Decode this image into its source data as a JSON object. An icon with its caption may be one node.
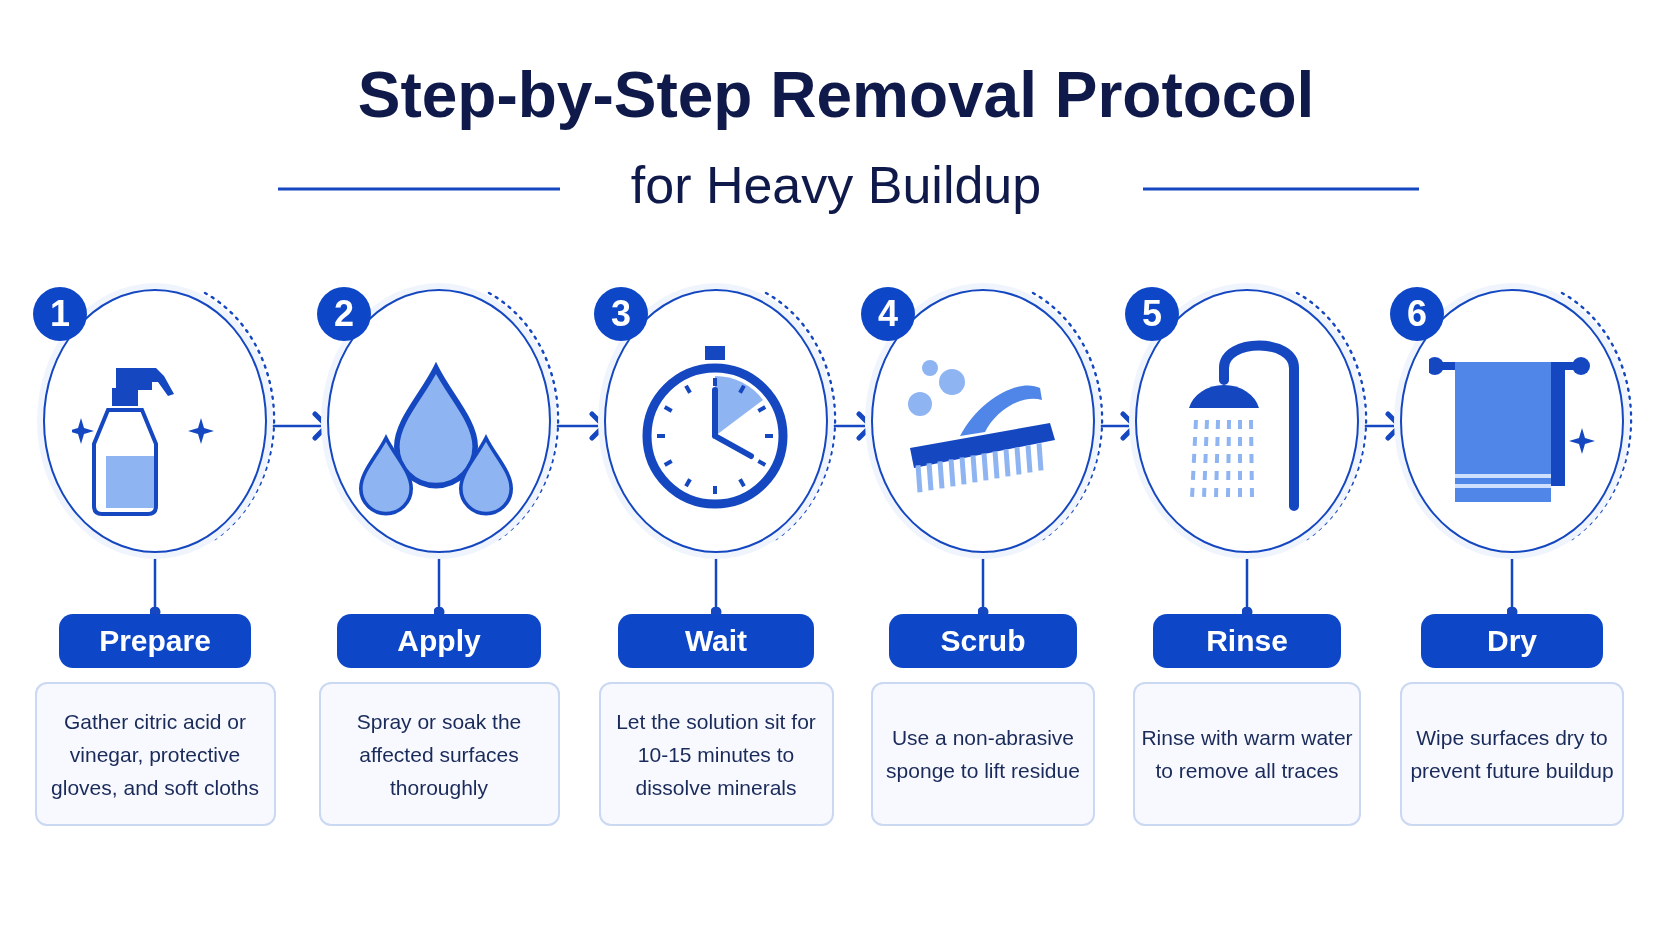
{
  "diagram": {
    "title": "Step-by-Step Removal Protocol",
    "labels": [
      "for Heavy Buildup"
    ],
    "nodes": [
      {
        "text": [
          "1"
        ]
      },
      {
        "text": [
          "Prepare"
        ]
      },
      {
        "text": [
          "Gather citric acid or vinegar, protective gloves, and soft cloths"
        ]
      },
      {
        "text": [
          "2"
        ]
      },
      {
        "text": [
          "Apply"
        ]
      },
      {
        "text": [
          "Spray or soak the affected surfaces thoroughly"
        ]
      },
      {
        "text": [
          "3"
        ]
      },
      {
        "text": [
          "Wait"
        ]
      },
      {
        "text": [
          "Let the solution sit for 10-15 minutes to dissolve minerals"
        ]
      },
      {
        "text": [
          "4"
        ]
      },
      {
        "text": [
          "Scrub"
        ]
      },
      {
        "text": [
          "Use a non-abrasive sponge to lift residue"
        ]
      },
      {
        "text": [
          "5"
        ]
      },
      {
        "text": [
          "Rinse"
        ]
      },
      {
        "text": [
          "Rinse with warm water to remove all traces"
        ]
      },
      {
        "text": [
          "6"
        ]
      },
      {
        "text": [
          "Dry"
        ]
      },
      {
        "text": [
          "Wipe surfaces dry to prevent future buildup"
        ]
      }
    ],
    "edges": [
      {
        "from": 0,
        "to": 1,
        "arrow": "other"
      },
      {
        "from": 3,
        "to": 4,
        "arrow": "other"
      },
      {
        "from": 6,
        "to": 7,
        "arrow": "other"
      },
      {
        "from": 9,
        "to": 10,
        "arrow": "other"
      },
      {
        "from": 12,
        "to": 13,
        "arrow": "other"
      },
      {
        "from": 15,
        "to": 16,
        "arrow": "other"
      },
      {
        "from": 0,
        "to": 3,
        "arrow": "to"
      },
      {
        "from": 3,
        "to": 6,
        "arrow": "to"
      },
      {
        "from": 6,
        "to": 9,
        "arrow": "to"
      },
      {
        "from": 9,
        "to": 12,
        "arrow": "to"
      },
      {
        "from": 12,
        "to": 15,
        "arrow": "to"
      }
    ]
  }
}
